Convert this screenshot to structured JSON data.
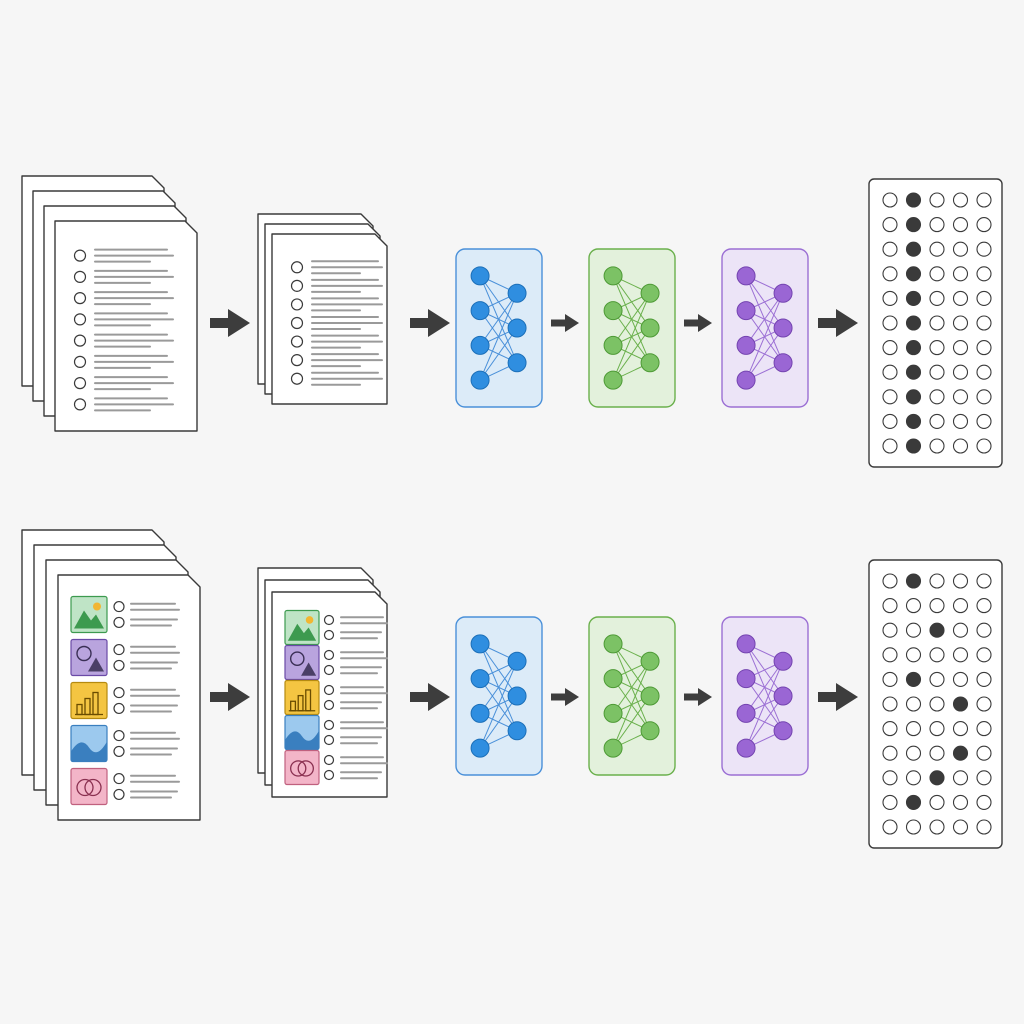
{
  "colors": {
    "background": "#f6f6f6",
    "paper": "#ffffff",
    "outline": "#3a3a3a",
    "line_text": "#9a9a9a",
    "arrow": "#3d3d3d",
    "filled_dot": "#3a3a3a",
    "net_layers": [
      {
        "name": "blue",
        "fill": "#dcebf8",
        "stroke": "#4a90d9",
        "node": "#2f8ee0",
        "node_stroke": "#1c6fb8",
        "edge": "#4a90d9"
      },
      {
        "name": "green",
        "fill": "#e3f1dc",
        "stroke": "#6ab04c",
        "node": "#7cc265",
        "node_stroke": "#4e9a36",
        "edge": "#6ab04c"
      },
      {
        "name": "purple",
        "fill": "#ece4f7",
        "stroke": "#9b6fd4",
        "node": "#9a66d4",
        "node_stroke": "#7444b0",
        "edge": "#9b6fd4"
      }
    ],
    "thumbnails": [
      {
        "icon": "landscape-icon",
        "fill": "#bfe4c6",
        "stroke": "#3d9a4f"
      },
      {
        "icon": "shapes-icon",
        "fill": "#b9a4de",
        "stroke": "#6a4aa6"
      },
      {
        "icon": "bar-chart-icon",
        "fill": "#f4c542",
        "stroke": "#b58a10"
      },
      {
        "icon": "wave-icon",
        "fill": "#9cc9ee",
        "stroke": "#3a7fbf"
      },
      {
        "icon": "circles-icon",
        "fill": "#f3b5c8",
        "stroke": "#c0607e"
      }
    ]
  },
  "pipelines": [
    {
      "name": "text-pipeline",
      "input_lines": 8,
      "subset_lines": 7,
      "grid": {
        "rows": 11,
        "cols": 5,
        "filled": [
          [
            0,
            1
          ],
          [
            1,
            1
          ],
          [
            2,
            1
          ],
          [
            3,
            1
          ],
          [
            4,
            1
          ],
          [
            5,
            1
          ],
          [
            6,
            1
          ],
          [
            7,
            1
          ],
          [
            8,
            1
          ],
          [
            9,
            1
          ],
          [
            10,
            1
          ]
        ]
      }
    },
    {
      "name": "image-pipeline",
      "input_items": 5,
      "subset_items": 5,
      "grid": {
        "rows": 11,
        "cols": 5,
        "filled": [
          [
            0,
            1
          ],
          [
            2,
            2
          ],
          [
            4,
            1
          ],
          [
            5,
            3
          ],
          [
            7,
            3
          ],
          [
            8,
            2
          ],
          [
            9,
            1
          ]
        ]
      }
    }
  ]
}
